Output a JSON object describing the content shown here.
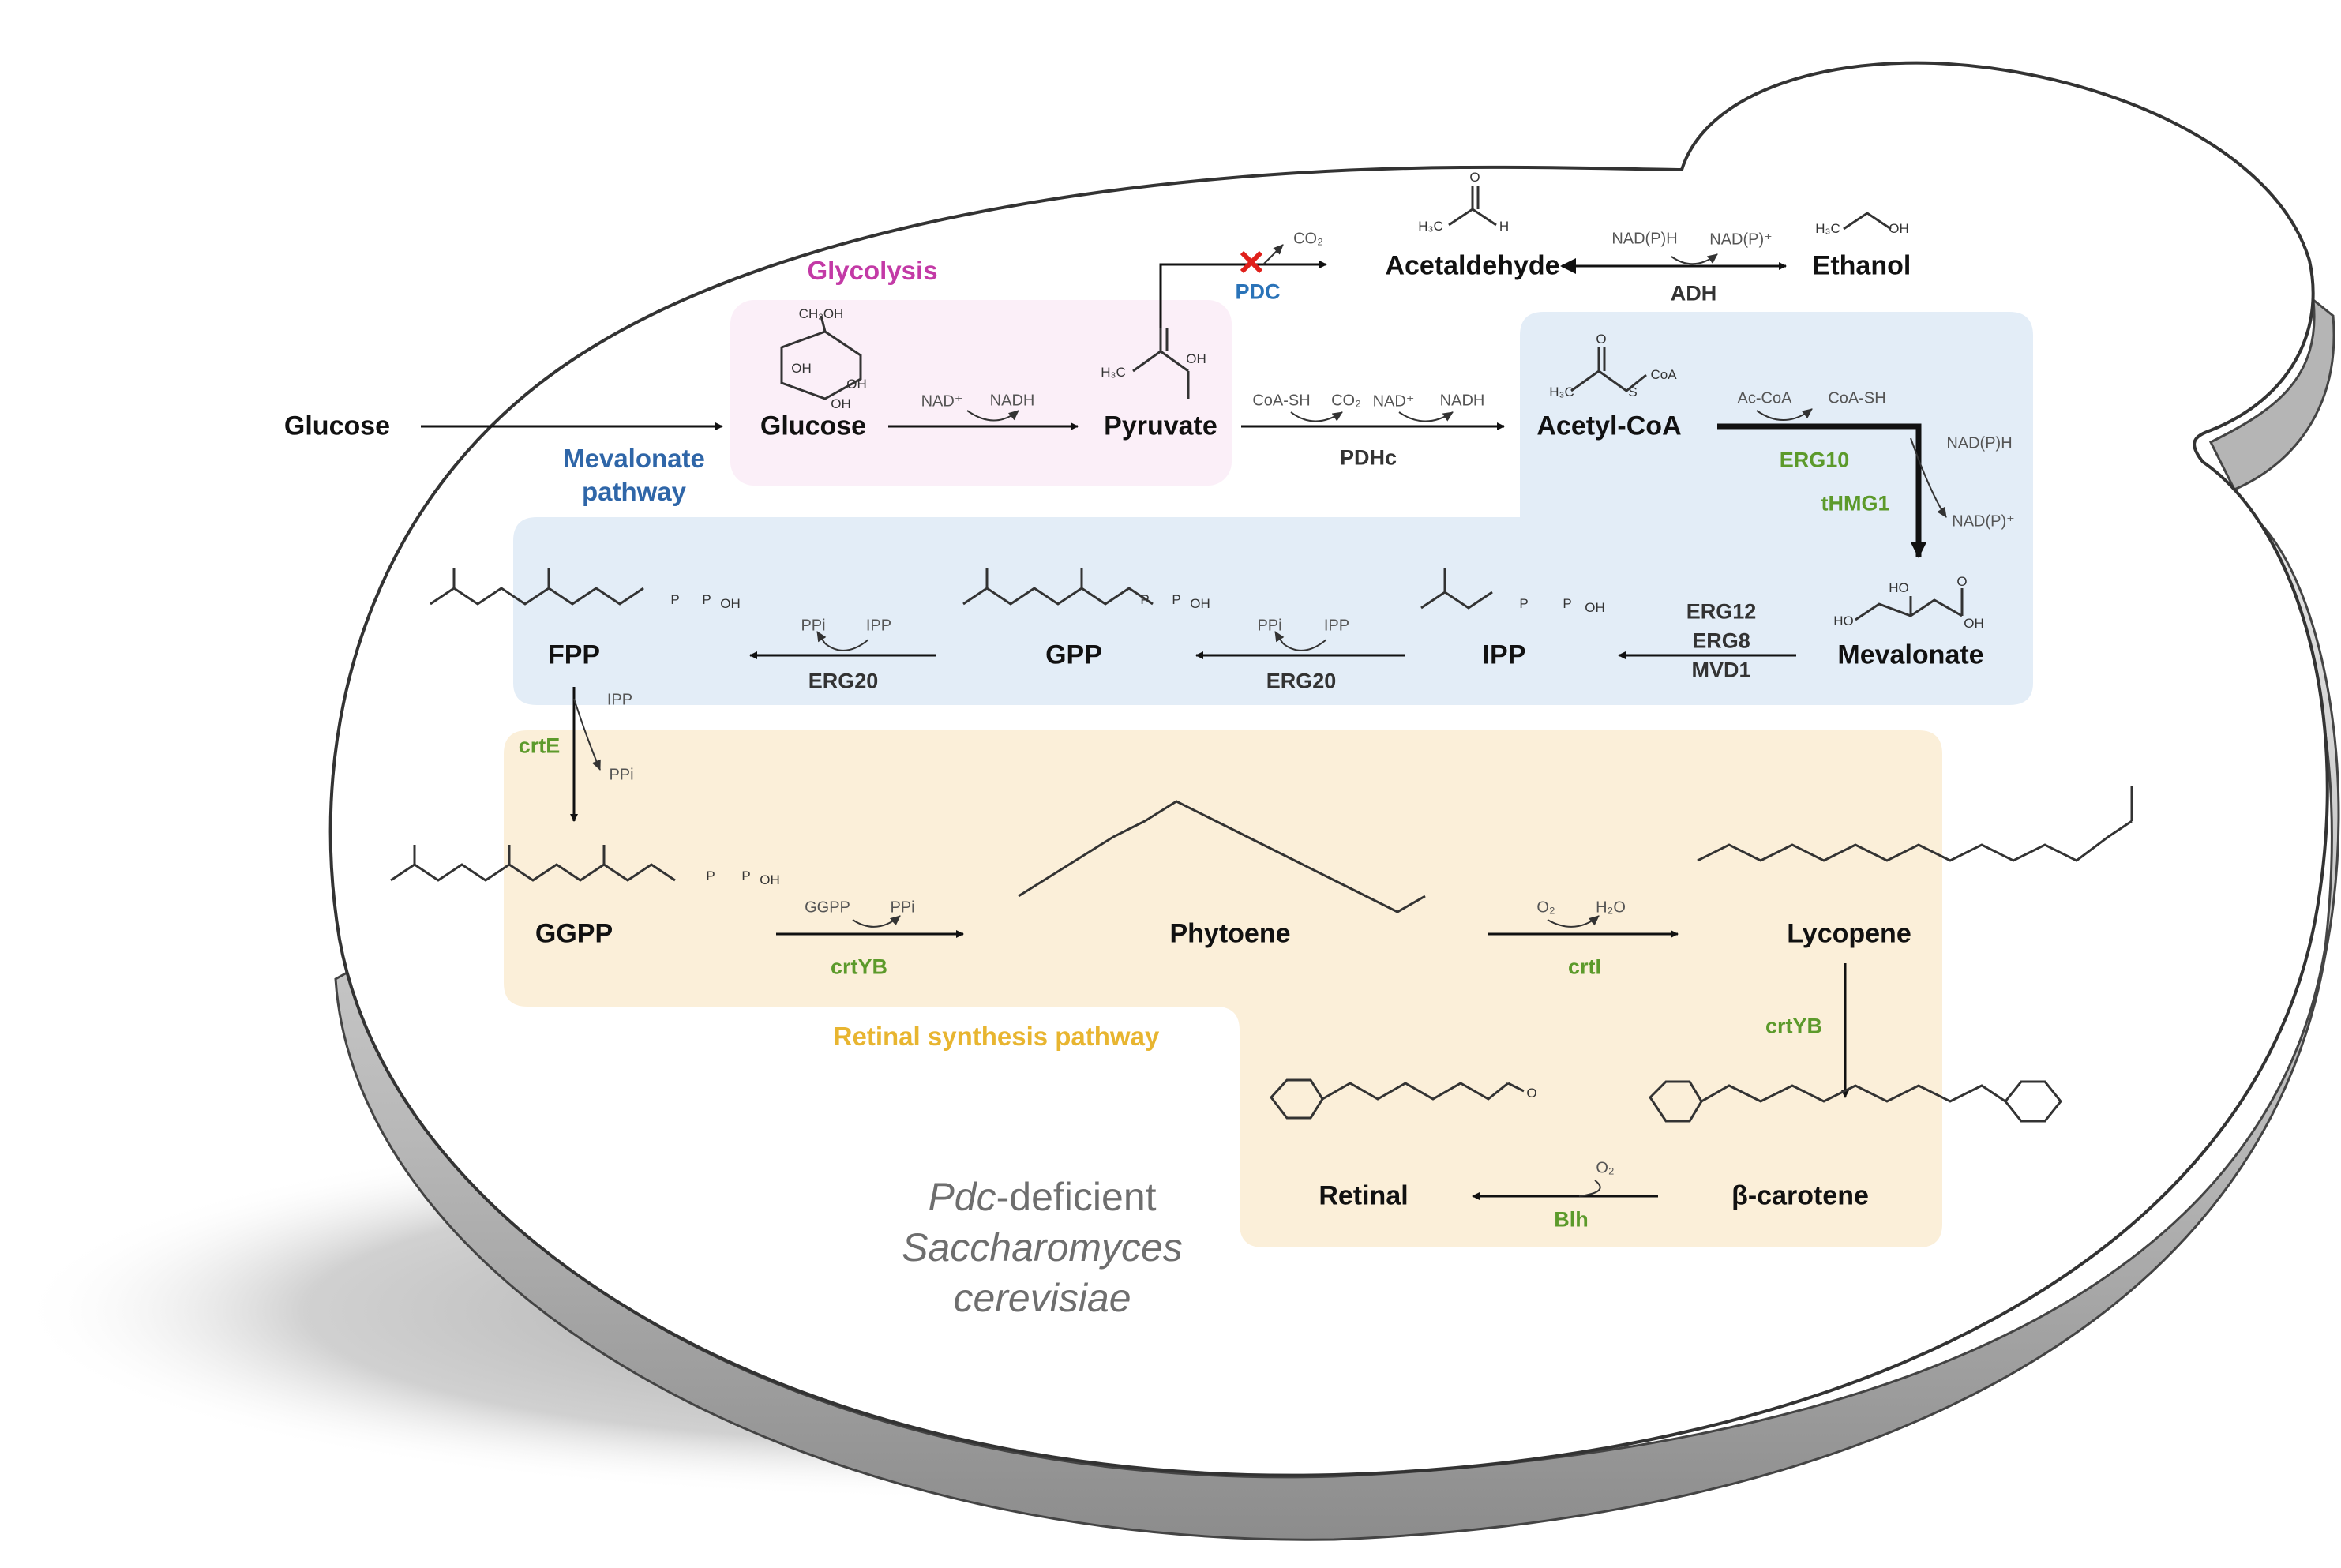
{
  "regions": {
    "glycolysis": "Glycolysis",
    "mevalonate": "Mevalonate pathway",
    "retinal": "Retinal synthesis pathway"
  },
  "colors": {
    "glycolysis_box": "#fbeff8",
    "mevalonate_box": "#e3edf7",
    "retinal_box": "#fbefd9",
    "glycolysis_text": "#c33aa6",
    "mevalonate_text": "#2f66a8",
    "retinal_text": "#e8b530",
    "enzyme_green": "#5c9a2b",
    "pdc_blue": "#2a73b8",
    "block_red": "#e0201b"
  },
  "metabolites": {
    "glucose_outside": "Glucose",
    "glucose": "Glucose",
    "pyruvate": "Pyruvate",
    "acetaldehyde": "Acetaldehyde",
    "ethanol": "Ethanol",
    "acetyl_coa": "Acetyl-CoA",
    "mevalonate": "Mevalonate",
    "ipp": "IPP",
    "gpp": "GPP",
    "fpp": "FPP",
    "ggpp": "GGPP",
    "phytoene": "Phytoene",
    "lycopene": "Lycopene",
    "beta_carotene": "β-carotene",
    "retinal": "Retinal"
  },
  "enzymes": {
    "pdc": "PDC",
    "adh": "ADH",
    "pdhc": "PDHc",
    "erg10": "ERG10",
    "thmg1": "tHMG1",
    "erg12_block": [
      "ERG12",
      "ERG8",
      "MVD1"
    ],
    "erg20_a": "ERG20",
    "erg20_b": "ERG20",
    "crte": "crtE",
    "crtyb_a": "crtYB",
    "crti": "crtI",
    "crtyb_b": "crtYB",
    "blh": "Blh"
  },
  "cofactors": {
    "co2_pdc": "CO₂",
    "nadph_adh": "NAD(P)H",
    "nadp_adh": "NAD(P)⁺",
    "nad_glyc": "NAD⁺",
    "nadh_glyc": "NADH",
    "coash_pdh": "CoA-SH",
    "co2_pdh": "CO₂",
    "nad_pdh": "NAD⁺",
    "nadh_pdh": "NADH",
    "accoa": "Ac-CoA",
    "coash_erg10": "CoA-SH",
    "nadph_hmg": "NAD(P)H",
    "nadp_hmg": "NAD(P)⁺",
    "ppi_fpp": "PPi",
    "ipp_fpp": "IPP",
    "ppi_gpp": "PPi",
    "ipp_gpp": "IPP",
    "ipp_crte": "IPP",
    "ppi_crte": "PPi",
    "ggpp_crtyb": "GGPP",
    "ppi_crtyb": "PPi",
    "o2_crti": "O₂",
    "h2o_crti": "H₂O",
    "o2_blh": "O₂"
  },
  "structure_labels": {
    "ch2oh": "CH₂OH",
    "oh": "OH",
    "h3c": "H₃C",
    "h": "H",
    "o": "O",
    "s": "S",
    "coa": "CoA",
    "ho": "HO",
    "p": "P"
  },
  "organism": {
    "line1_italic": "Pdc",
    "line1_rest": "-deficient",
    "line2": "Saccharomyces",
    "line3": "cerevisiae"
  }
}
